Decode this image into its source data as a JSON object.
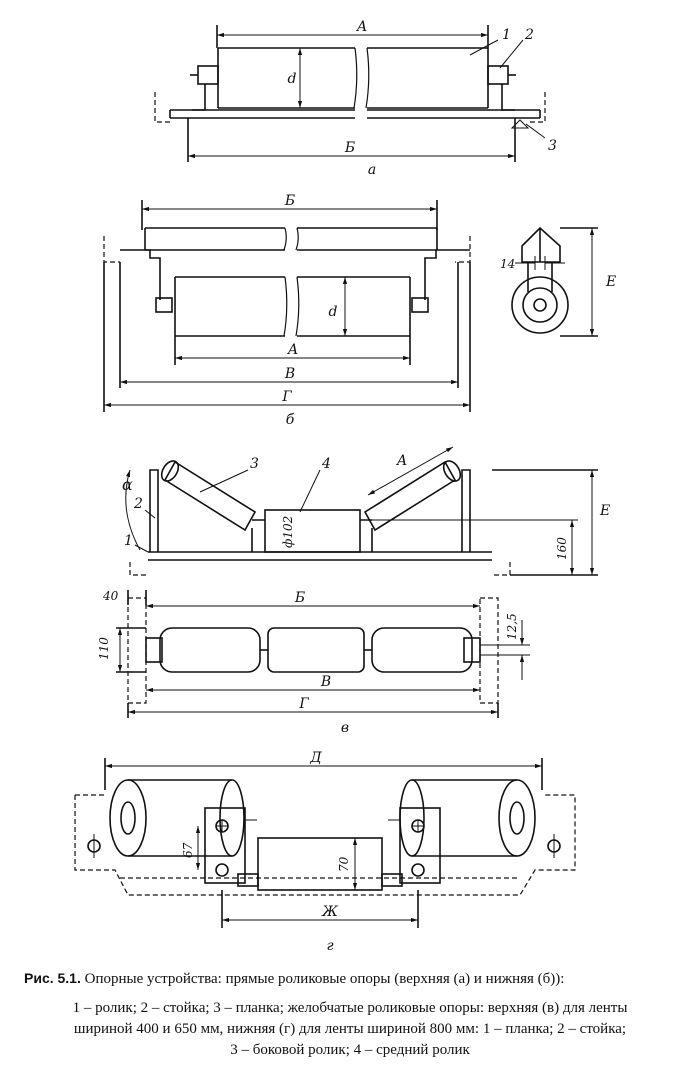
{
  "labels": {
    "A": "A",
    "B": "Б",
    "V": "В",
    "G": "Г",
    "D": "Д",
    "E": "Е",
    "Zh": "Ж",
    "d": "d",
    "alpha": "α",
    "n1": "1",
    "n2": "2",
    "n3": "3",
    "n4": "4",
    "dim14": "14",
    "dim40": "40",
    "dim110": "110",
    "dim12_5": "12,5",
    "dim160": "160",
    "dim67": "67",
    "dim70": "70",
    "phi102": "ф102"
  },
  "subfig": {
    "a": "а",
    "b": "б",
    "v": "в",
    "g": "г"
  },
  "caption": {
    "figure_label": "Рис. 5.1.",
    "title": "Опорные устройства: прямые роликовые опоры (верхняя (а) и нижняя (б)):",
    "line1": "1 – ролик; 2 – стойка; 3 – планка; желобчатые роликовые опоры: верхняя (в) для ленты",
    "line2": "шириной 400 и 650 мм, нижняя (г) для ленты шириной 800 мм: 1 – планка; 2 – стойка;",
    "line3": "3 – боковой ролик; 4 – средний ролик"
  }
}
